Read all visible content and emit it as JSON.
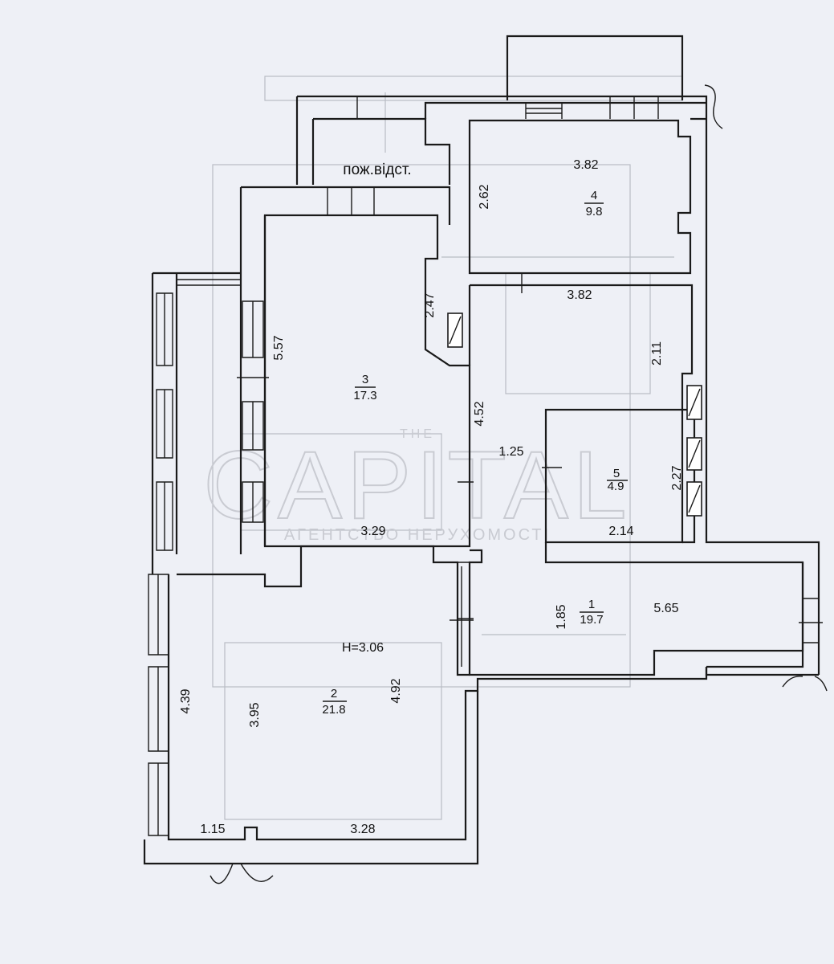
{
  "plan": {
    "fire_escape_label": "пож.відст.",
    "ceiling_height": "H=3.06",
    "rooms": [
      {
        "number": "1",
        "area": "19.7"
      },
      {
        "number": "2",
        "area": "21.8"
      },
      {
        "number": "3",
        "area": "17.3"
      },
      {
        "number": "4",
        "area": "9.8"
      },
      {
        "number": "5",
        "area": "4.9"
      }
    ],
    "dimensions": {
      "room4_width": "3.82",
      "room4_height": "2.62",
      "corridor_width": "3.82",
      "corridor_height": "2.11",
      "room3_top_side": "2.47",
      "room3_left": "5.57",
      "room3_right": "4.52",
      "room3_bottom": "3.29",
      "bath_left": "1.25",
      "bath_right": "2.27",
      "bath_bottom": "2.14",
      "room1_height": "1.85",
      "room1_width": "5.65",
      "room2_loggia": "4.39",
      "room2_left": "3.95",
      "room2_right": "4.92",
      "room2_bottom_small": "1.15",
      "room2_bottom": "3.28"
    }
  },
  "watermark": {
    "the": "THE",
    "brand": "CAPITAL",
    "tagline": "АГЕНТСТВО НЕРУХОМОСТІ"
  }
}
